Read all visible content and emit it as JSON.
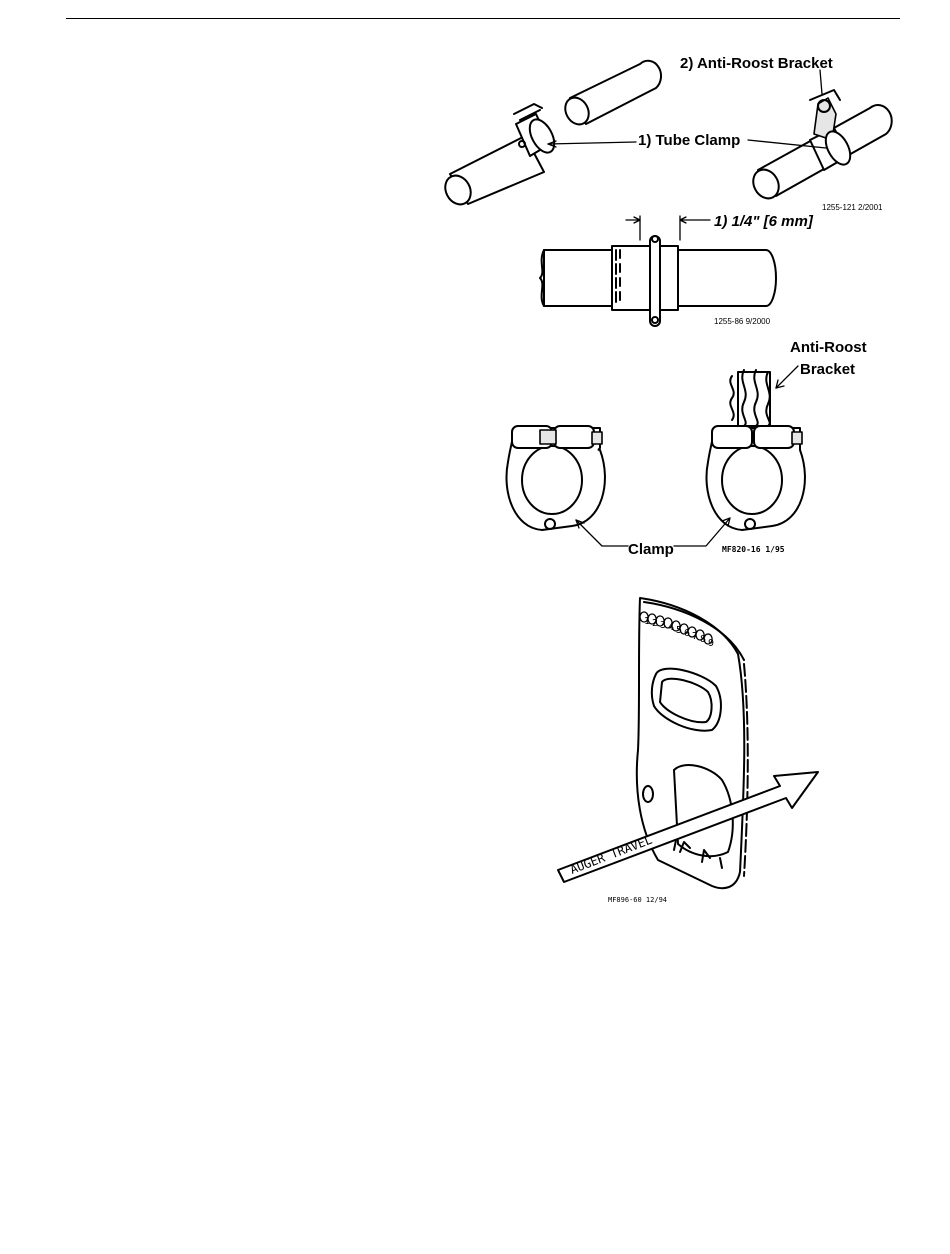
{
  "figure1": {
    "label_anti_roost": "2) Anti-Roost Bracket",
    "label_tube_clamp": "1) Tube Clamp",
    "code": "1255-121 2/2001"
  },
  "figure2": {
    "label_gap": "1) 1/4\" [6 mm]",
    "code": "1255-86 9/2000"
  },
  "figure3": {
    "label_anti_roost_line1": "Anti-Roost",
    "label_anti_roost_line2": "Bracket",
    "label_clamp": "Clamp",
    "code": "MF820-16 1/95"
  },
  "figure4": {
    "arrow_label": "AUGER TRAVEL",
    "hole_numbers": [
      "1",
      "2",
      "3",
      "4",
      "5",
      "6",
      "7",
      "8",
      "9"
    ],
    "code": "MF896-60 12/94"
  }
}
